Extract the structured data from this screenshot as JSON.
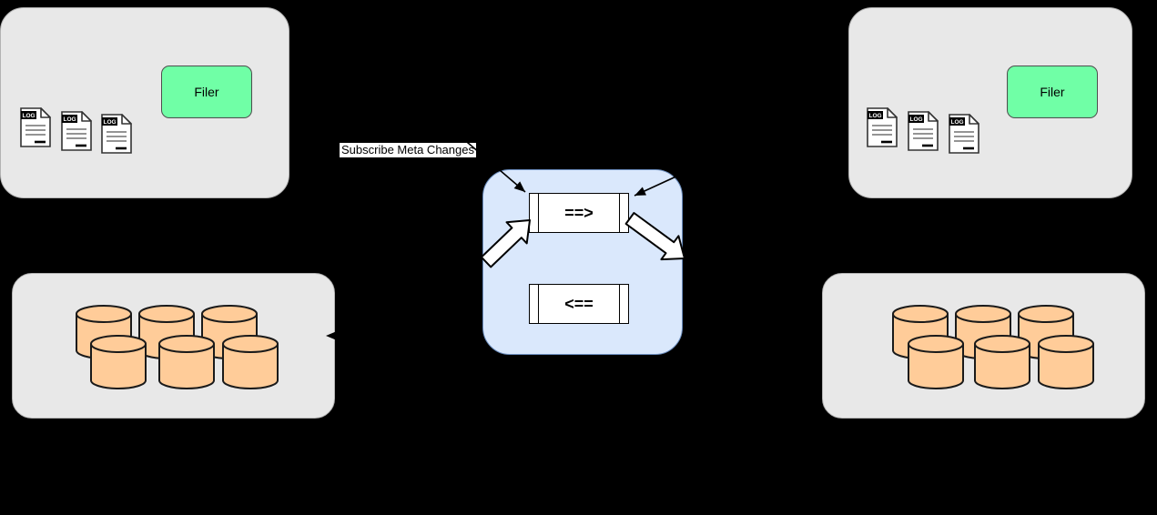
{
  "diagram": {
    "subscribe_label": "Subscribe Meta Changes",
    "clusters": {
      "left": {
        "filer_label": "Filer",
        "log_label": "LOG"
      },
      "right": {
        "filer_label": "Filer",
        "log_label": "LOG"
      }
    },
    "queue": {
      "forward_label": "==>",
      "backward_label": "<=="
    }
  },
  "colors": {
    "background": "#000000",
    "cluster_fill": "#e8e8e8",
    "cluster_border": "#b3b3b3",
    "filer_fill": "#70ffa6",
    "filer_border": "#4d4d4d",
    "queue_box_fill": "#dae8fc",
    "queue_box_border": "#6c8ebf",
    "queue_item_fill": "#ffffff",
    "queue_item_border": "#000000",
    "cylinder_fill": "#ffcc99",
    "cylinder_stroke": "#1a1a1a",
    "doc_fill": "#ffffff",
    "doc_stroke": "#333333",
    "arrow_color": "#000000"
  }
}
